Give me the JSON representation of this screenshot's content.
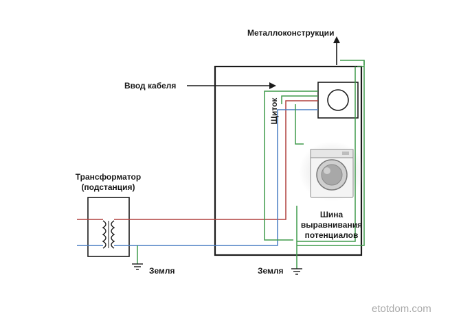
{
  "labels": {
    "metal_structures": "Металлоконструкции",
    "cable_entry": "Ввод кабеля",
    "panel": "Щиток",
    "transformer_line1": "Трансформатор",
    "transformer_line2": "(подстанция)",
    "bus_line1": "Шина",
    "bus_line2": "выравнивания",
    "bus_line3": "потенциалов",
    "ground_left": "Земля",
    "ground_right": "Земля"
  },
  "watermark": "etotdom.com",
  "colors": {
    "phase_wire": "#b0413e",
    "neutral_wire": "#4a7fc4",
    "ground_wire": "#3e9a4a",
    "outline": "#1a1a1a"
  },
  "icons": {
    "meter": "meter-icon",
    "washing_machine": "washing-machine-icon",
    "ground": "ground-symbol-icon",
    "transformer": "transformer-coil-icon"
  }
}
